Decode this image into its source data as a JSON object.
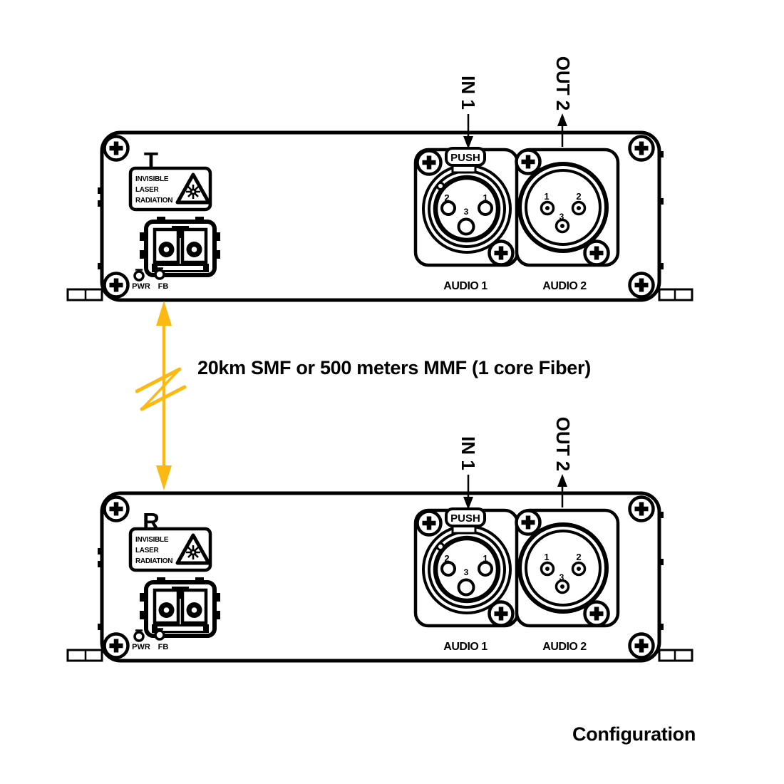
{
  "colors": {
    "line": "#000000",
    "fiber_yellow": "#FDB913",
    "background": "#ffffff"
  },
  "fiber_link": {
    "label": "20km SMF or 500 meters MMF (1 core Fiber)"
  },
  "caption": "Configuration",
  "devices": [
    {
      "marker": "T",
      "laser_label": {
        "lines": [
          "INVISIBLE",
          "LASER",
          "RADIATION"
        ]
      },
      "leds": {
        "pwr": "PWR",
        "fb": "FB"
      },
      "audio1": {
        "label": "AUDIO 1",
        "signal": "IN 1",
        "push": "PUSH",
        "pin_left": "2",
        "pin_right": "1",
        "pin_center": "3"
      },
      "audio2": {
        "label": "AUDIO 2",
        "signal": "OUT 2",
        "pin_left": "1",
        "pin_right": "2",
        "pin_center": "3"
      }
    },
    {
      "marker": "R",
      "laser_label": {
        "lines": [
          "INVISIBLE",
          "LASER",
          "RADIATION"
        ]
      },
      "leds": {
        "pwr": "PWR",
        "fb": "FB"
      },
      "audio1": {
        "label": "AUDIO 1",
        "signal": "IN 1",
        "push": "PUSH",
        "pin_left": "2",
        "pin_right": "1",
        "pin_center": "3"
      },
      "audio2": {
        "label": "AUDIO 2",
        "signal": "OUT 2",
        "pin_left": "1",
        "pin_right": "2",
        "pin_center": "3"
      }
    }
  ]
}
